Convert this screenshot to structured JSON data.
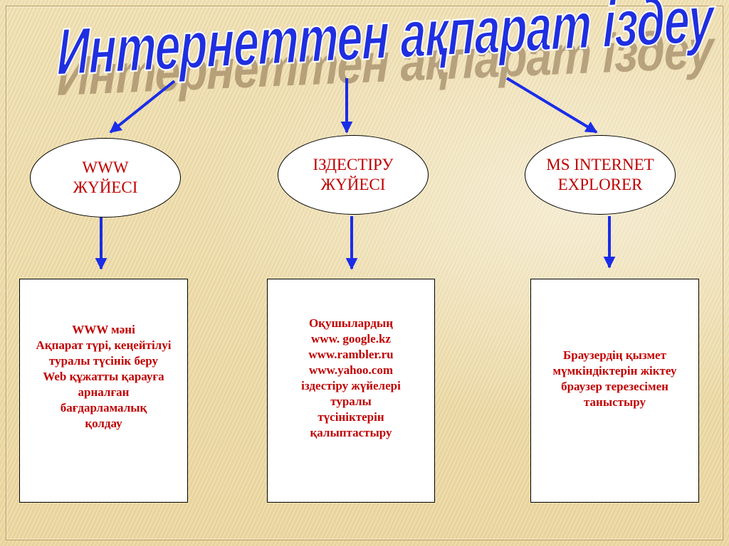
{
  "slide": {
    "title": "Интернеттен ақпарат іздеу"
  },
  "nodes": [
    {
      "label": "WWW\nЖҮЙЕСІ",
      "description": "WWW мәні\nАқпарат түрі, кеңейтілуі\nтуралы түсінік беру\nWeb құжатты қарауға\nарналған\nбағдарламалық\nқолдау"
    },
    {
      "label": "ІЗДЕСТІРУ\nЖҮЙЕСІ",
      "description": "Оқушылардың\nwww. google.kz\nwww.rambler.ru\nwww.yahoo.com\nіздестіру  жүйелері\nтуралы\nтүсініктерін\nқалыптастыру"
    },
    {
      "label": "MS INTERNET\nEXPLORER",
      "description": "Браузердің қызмет\nмүмкіндіктерін жіктеу\nбраузер терезесімен\nтаныстыру"
    }
  ],
  "colors": {
    "title": "#1f2fe0",
    "arrow": "#1a2ce8",
    "text": "#c00000",
    "background": "#efdfae"
  }
}
